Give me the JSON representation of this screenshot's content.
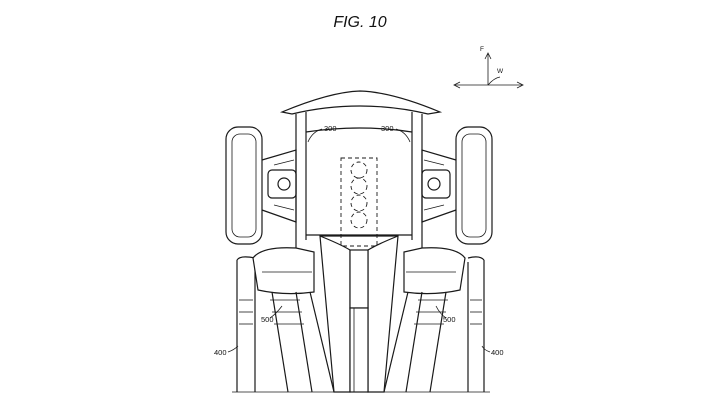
{
  "figure": {
    "title": "FIG. 10",
    "direction_labels": {
      "front": "F",
      "width": "W"
    },
    "reference_numerals": {
      "body_left": "300",
      "body_right": "300",
      "support_left": "500",
      "support_right": "500",
      "leg_left": "400",
      "leg_right": "400"
    }
  }
}
